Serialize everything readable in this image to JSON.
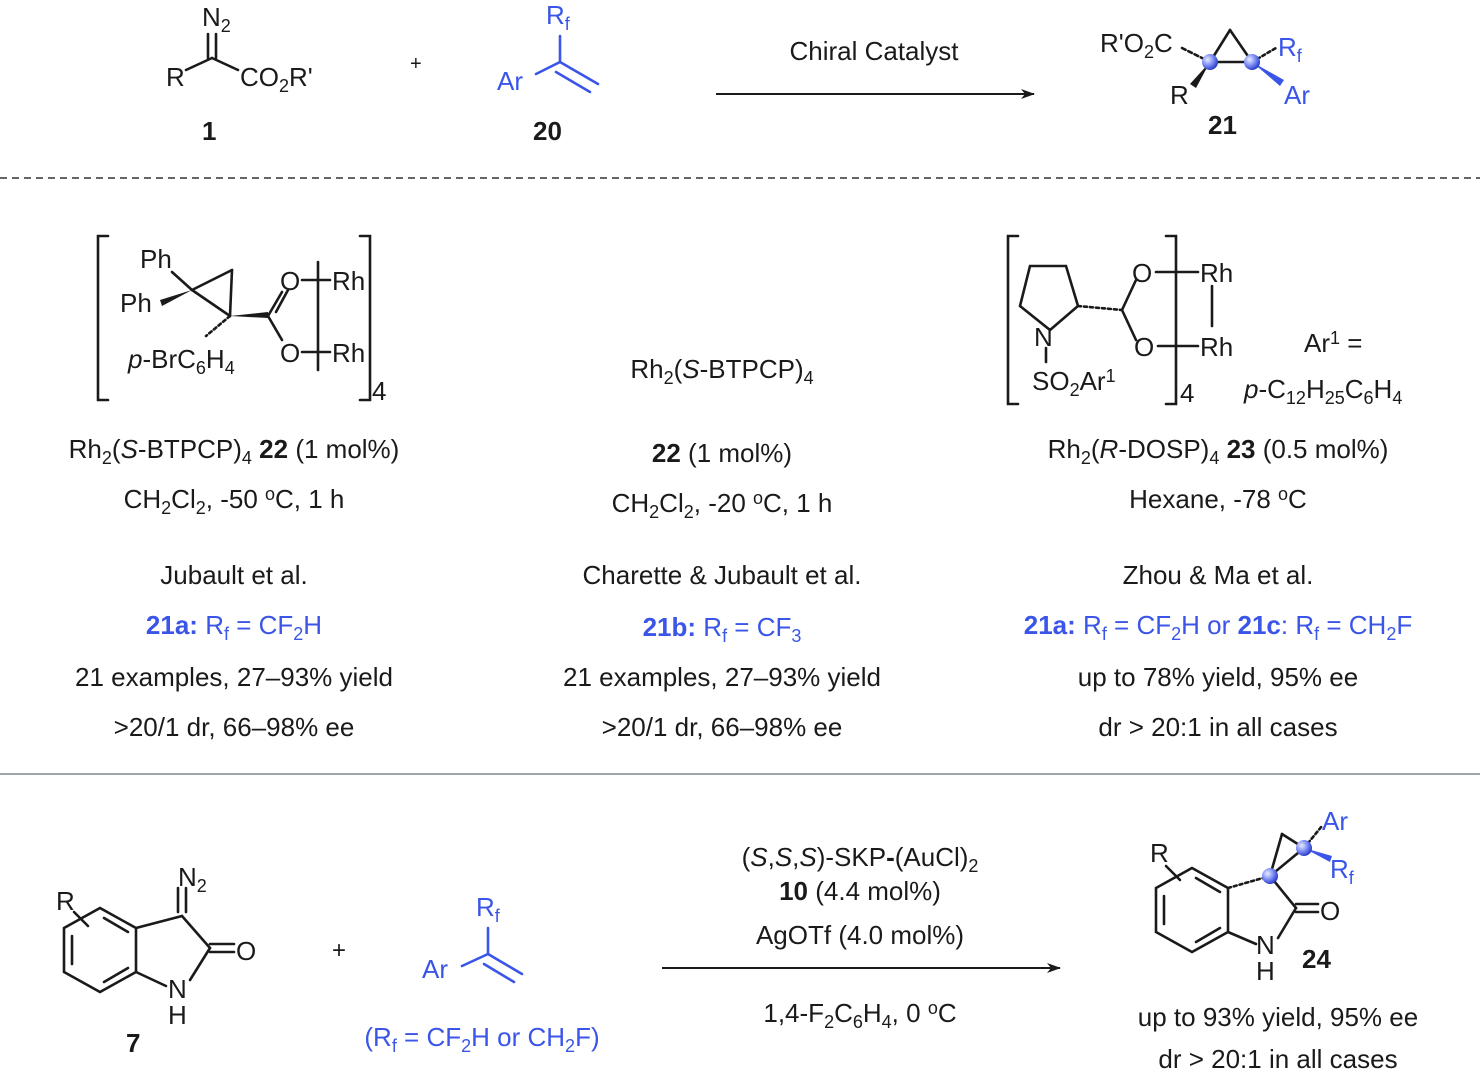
{
  "colors": {
    "black": "#1a1a1a",
    "blue": "#3a55e8",
    "divider": "#9aa5ad"
  },
  "top": {
    "reagent1": {
      "n2": "N2",
      "r": "R",
      "ester": "CO2R'",
      "label": "1"
    },
    "plus": "+",
    "reagent20": {
      "rf": "Rf",
      "ar": "Ar",
      "label": "20"
    },
    "arrow": {
      "above": "Chiral Catalyst"
    },
    "product21": {
      "ester": "R'O2C",
      "r": "R",
      "rf": "Rf",
      "ar": "Ar",
      "label": "21"
    }
  },
  "catalysts": {
    "cat22": {
      "ph1": "Ph",
      "ph2": "Ph",
      "aryl": "p-BrC6H4",
      "o1": "O",
      "o2": "O",
      "rh1": "Rh",
      "rh2": "Rh",
      "sub": "4"
    },
    "cat22_name": "Rh2(S-BTPCP)4",
    "cat23": {
      "o1": "O",
      "o2": "O",
      "rh1": "Rh",
      "rh2": "Rh",
      "n": "N",
      "so2": "SO2Ar1",
      "sub": "4",
      "ar1_eq": "Ar1 =",
      "ar1_val": "p-C12H25C6H4"
    }
  },
  "columns": [
    {
      "cond1": "Rh2(S-BTPCP)4 22 (1 mol%)",
      "cond2": "CH2Cl2, -50 oC, 1 h",
      "authors": "Jubault et al.",
      "product": "21a: Rf = CF2H",
      "scope": "21 examples, 27–93% yield",
      "select": ">20/1 dr, 66–98% ee"
    },
    {
      "cond1": "22 (1 mol%)",
      "cond2": "CH2Cl2, -20 oC, 1 h",
      "authors": "Charette & Jubault et al.",
      "product": "21b: Rf = CF3",
      "scope": "21 examples, 27–93% yield",
      "select": ">20/1 dr, 66–98% ee"
    },
    {
      "cond1": "Rh2(R-DOSP)4 23 (0.5 mol%)",
      "cond2": "Hexane, -78 oC",
      "authors": "Zhou & Ma et al.",
      "product": "21a: Rf = CF2H or 21c: Rf = CH2F",
      "scope": "up to 78% yield, 95% ee",
      "select": "dr > 20:1 in all cases"
    }
  ],
  "bottom": {
    "reagent7": {
      "r": "R",
      "n2": "N2",
      "o": "O",
      "nh": "N",
      "h": "H",
      "label": "7"
    },
    "plus": "+",
    "alkene": {
      "rf": "Rf",
      "ar": "Ar",
      "note": "(Rf = CF2H or CH2F)"
    },
    "arrow": {
      "line1": "(S,S,S)-SKP-(AuCl)2",
      "line2": "10 (4.4 mol%)",
      "line3": "AgOTf (4.0 mol%)",
      "below": "1,4-F2C6H4, 0 oC"
    },
    "product24": {
      "r": "R",
      "ar": "Ar",
      "rf": "Rf",
      "o": "O",
      "n": "N",
      "h": "H",
      "label": "24"
    },
    "yield": "up to 93% yield, 95% ee",
    "dr": "dr > 20:1 in all cases"
  }
}
